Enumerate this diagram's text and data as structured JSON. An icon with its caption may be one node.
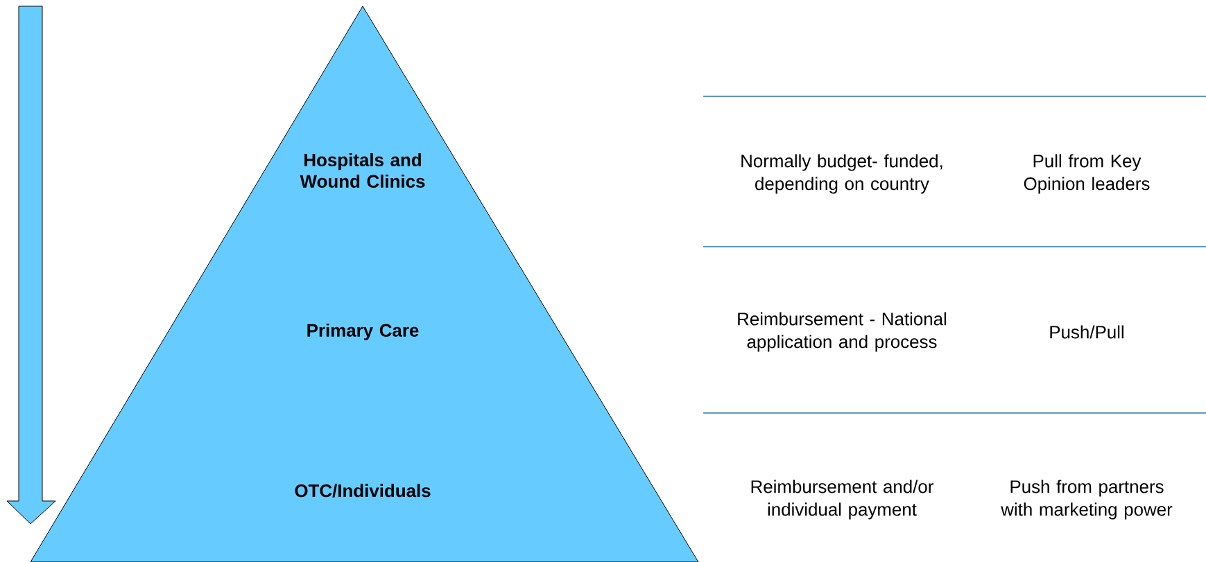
{
  "diagram": {
    "nodes": [
      {
        "text": [
          "Hospitals and Wound Clinics",
          "Primary Care",
          "OTC/Individuals"
        ]
      }
    ],
    "labels": [
      "Normally budget- funded, depending on country",
      "Pull from Key Opinion leaders",
      "Reimbursement - National application and process",
      "Push/Pull",
      "Reimbursement and/or individual payment",
      "Push from partners with marketing power"
    ]
  }
}
